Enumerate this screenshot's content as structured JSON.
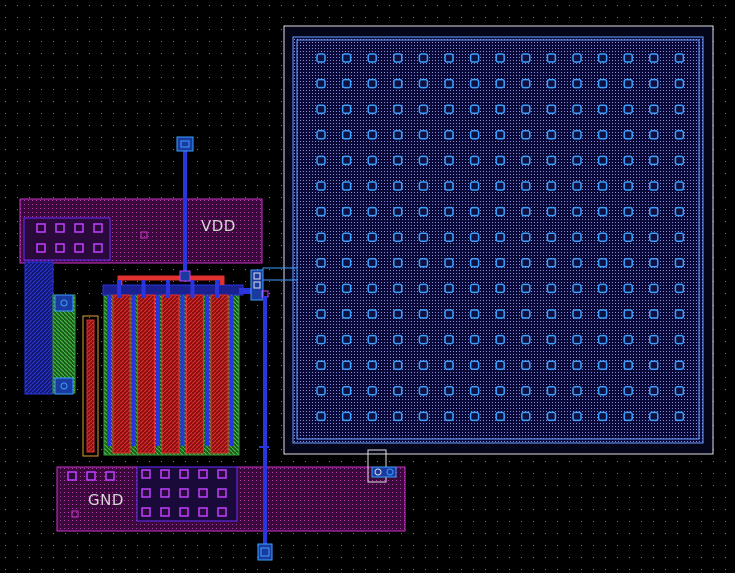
{
  "labels": {
    "vdd": "VDD",
    "gnd": "GND"
  },
  "colors": {
    "background": "#000000",
    "grid_dot": "#7a7a7a",
    "metal1": "#2a35e0",
    "metal1_fill": "#1a1f8a",
    "metal2": "#c000c0",
    "poly": "#e02020",
    "diffusion": "#2a8a2a",
    "via": "#b040ff",
    "contact": "#3aa0ff",
    "well": "#cc33cc",
    "outline": "#e0e0e0"
  },
  "capacitor_array": {
    "rows": 15,
    "cols": 15
  },
  "transistor": {
    "fingers": 5
  }
}
